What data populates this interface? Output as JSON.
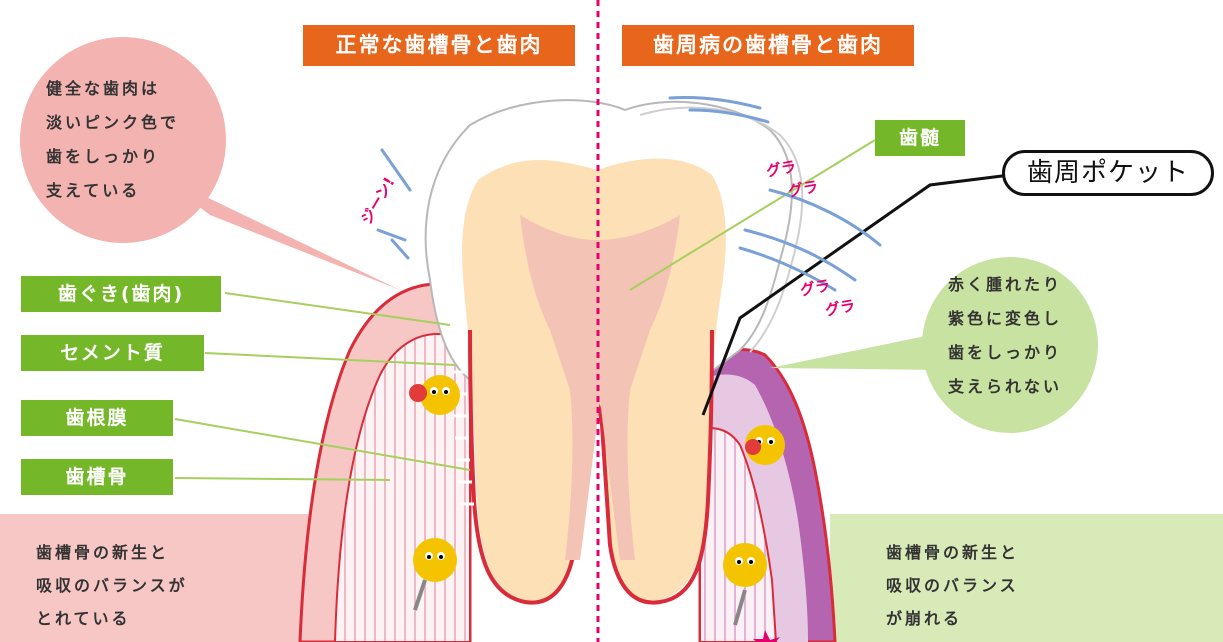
{
  "headers": {
    "left": "正常な歯槽骨と歯肉",
    "right": "歯周病の歯槽骨と歯肉"
  },
  "labels": {
    "gum": "歯ぐき(歯肉)",
    "cementum": "セメント質",
    "ligament": "歯根膜",
    "alveolar_bone": "歯槽骨",
    "pulp": "歯髄",
    "pocket": "歯周ポケット"
  },
  "bubbles": {
    "healthy": [
      "健全な歯肉は",
      "淡いピンク色で",
      "歯をしっかり",
      "支えている"
    ],
    "diseased": [
      "赤く腫れたり",
      "紫色に変色し",
      "歯をしっかり",
      "支えられない"
    ]
  },
  "bottom_notes": {
    "left": [
      "歯槽骨の新生と",
      "吸収のバランスが",
      "とれている"
    ],
    "right": [
      "歯槽骨の新生と",
      "吸収のバランス",
      "が崩れる"
    ]
  },
  "onomatopoeia": {
    "zin": "ジーン!",
    "gura": [
      "グラ",
      "グラ",
      "グラ",
      "グラ"
    ]
  },
  "colors": {
    "orange": "#e8661c",
    "green": "#74b829",
    "pink_bubble": "#f3b3b0",
    "green_bubble": "#c8e3a1",
    "magenta": "#e5006e",
    "gum_red": "#d92b3a",
    "pulp": "#f3c3b6",
    "dentin": "#fde0b6",
    "diseased_gum": "#9b3c9f"
  }
}
